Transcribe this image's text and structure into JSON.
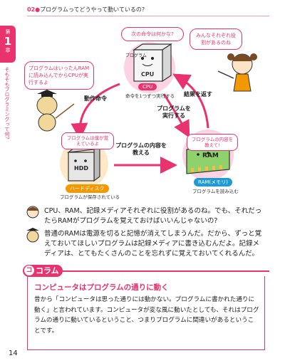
{
  "header": {
    "number": "02",
    "title": "プログラムってどうやって動いているの?"
  },
  "chapter_tab": {
    "label_top": "第",
    "number": "1",
    "label_bottom": "章",
    "side_text": "そもそもプログラミングって何?"
  },
  "diagram": {
    "cpu": {
      "bubble": "次の命令は何かな?",
      "box_text": "CPU",
      "tag": "CPU",
      "caption": "命令を1つずつ実行する",
      "note": "プログラム"
    },
    "ram": {
      "bubble": "みんなそれぞれ役割があるのね",
      "box_text": "RAM",
      "tag": "RAM(メモリ)",
      "caption": "プログラムを読み込む",
      "small_bubble": "プログラムの内容を教えて!"
    },
    "hdd": {
      "box_text": "HDD",
      "tag": "ハードディスク",
      "caption": "プログラムが保存されている",
      "small_bubble": "プログラムは僕が覚えているよ"
    },
    "left_bubble": "プログラムはいったんRAMに読み込んでからCPUが実行するよ",
    "arrows": {
      "cpu_to_hdd": "動作命令",
      "ram_to_cpu": "結果を返す",
      "cpu_to_ram": "プログラムを実行する",
      "hdd_to_ram": "プログラムの内容を教える"
    }
  },
  "dialogue": [
    "CPU、RAM、記録メディアそれぞれに役割があるのね。でも、それだったらRAMがプログラムを覚えておけばいいんじゃないの?",
    "普通のRAMは電源を切ると記憶が消えてしまうんだ。だから、ずっと覚えておいてほしいプログラムは記録メディアに書き込むんだよ。記録メディアは、とてもたくさんのことを忘れずに覚えておいてくれるんだ。"
  ],
  "column": {
    "badge_icon": "コ",
    "badge": "コラム",
    "title": "コンピュータはプログラムの通りに動く",
    "body": "昔から「コンピュータは思った通りには動かない。プログラムに書かれた通りに動く」と言われています。コンピュータが変な風に動いたとしても、それはプログラムの通りに動いているということ、つまりプログラムに間違いがあるということです。"
  },
  "page_number": "14"
}
